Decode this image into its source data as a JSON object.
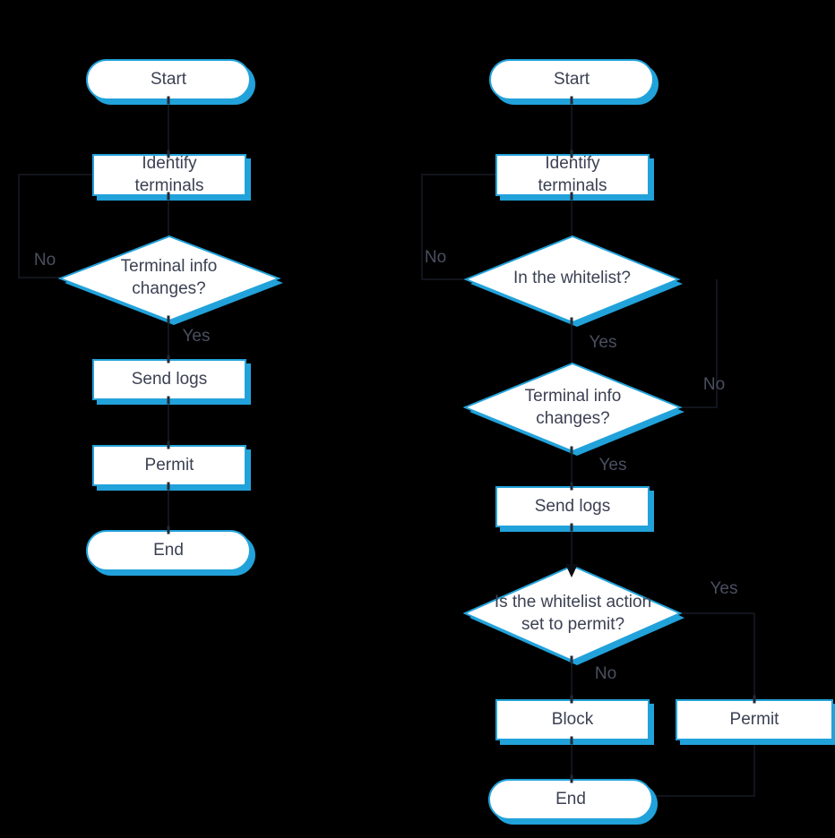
{
  "theme": {
    "bg": "#000000",
    "accent": "#22A2DA",
    "fill": "#FFFFFF",
    "text": "#3C4153",
    "label": "#4A4F60"
  },
  "charts": {
    "left": {
      "nodes": [
        {
          "type": "terminator",
          "label": "Start"
        },
        {
          "type": "process",
          "label": "Identify\nterminals"
        },
        {
          "type": "decision",
          "label": "Terminal info\nchanges?"
        },
        {
          "type": "process",
          "label": "Send logs"
        },
        {
          "type": "process",
          "label": "Permit"
        },
        {
          "type": "terminator",
          "label": "End"
        }
      ],
      "labels": {
        "no": "No",
        "yes": "Yes"
      }
    },
    "right": {
      "nodes": [
        {
          "type": "terminator",
          "label": "Start"
        },
        {
          "type": "process",
          "label": "Identify\nterminals"
        },
        {
          "type": "decision",
          "label": "In the whitelist?"
        },
        {
          "type": "decision",
          "label": "Terminal info\nchanges?"
        },
        {
          "type": "process",
          "label": "Send logs"
        },
        {
          "type": "decision",
          "label": "Is the whitelist action\nset to permit?"
        },
        {
          "type": "process",
          "label": "Block"
        },
        {
          "type": "process",
          "label": "Permit"
        },
        {
          "type": "terminator",
          "label": "End"
        }
      ],
      "labels": {
        "whitelist_no": "No",
        "whitelist_yes": "Yes",
        "terminfo_no": "No",
        "terminfo_yes": "Yes",
        "action_yes": "Yes",
        "action_no": "No"
      }
    }
  }
}
